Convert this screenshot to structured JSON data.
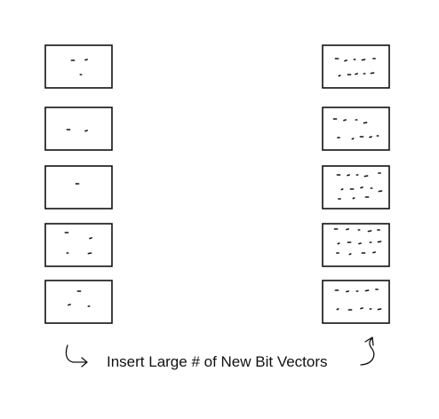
{
  "caption": "Insert Large # of New Bit Vectors",
  "colors": {
    "stroke": "#111111",
    "background": "#ffffff"
  },
  "left_column": [
    {
      "dot_count": 3
    },
    {
      "dot_count": 2
    },
    {
      "dot_count": 1
    },
    {
      "dot_count": 4
    },
    {
      "dot_count": 3
    }
  ],
  "right_column": [
    {
      "dot_count": 10
    },
    {
      "dot_count": 9
    },
    {
      "dot_count": 13
    },
    {
      "dot_count": 14
    },
    {
      "dot_count": 10
    }
  ],
  "arrows": [
    {
      "name": "hook-arrow-right",
      "shape": "curved-arrow"
    },
    {
      "name": "curved-arrow-up",
      "shape": "curved-arrow"
    }
  ]
}
